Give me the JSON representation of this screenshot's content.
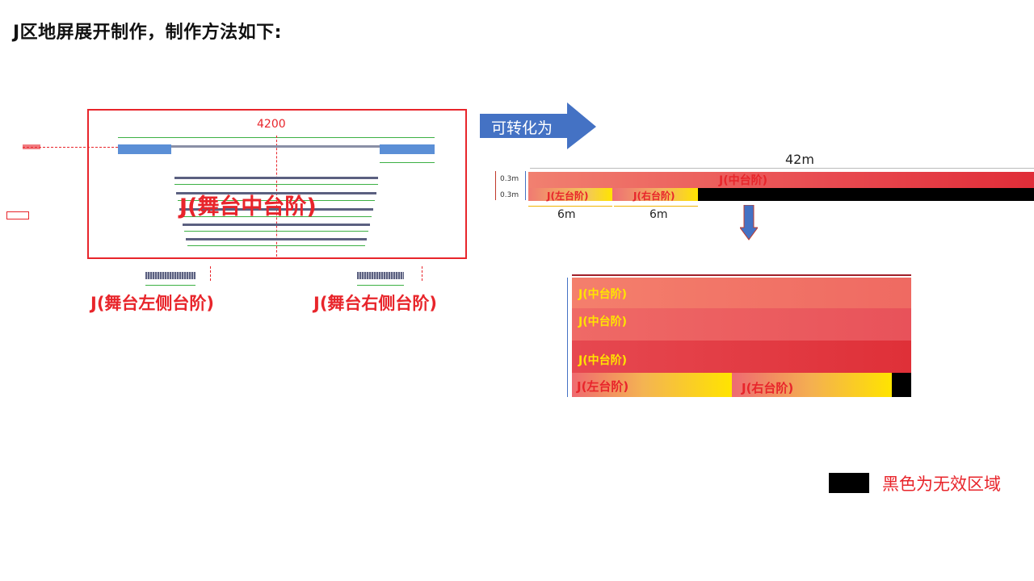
{
  "title": "J区地屏展开制作，制作方法如下:",
  "left_diagram": {
    "dimension": "4200",
    "center_label": "J(舞台中台阶)",
    "left_label": "J(舞台左侧台阶)",
    "right_label": "J(舞台右侧台阶)"
  },
  "arrow_label": "可转化为",
  "strip": {
    "length": "42m",
    "row_height_top": "0.3m",
    "row_height_bottom": "0.3m",
    "middle_label": "J(中台阶)",
    "left_label": "J(左台阶)",
    "right_label": "J(右台阶)",
    "width_left": "6m",
    "width_right": "6m"
  },
  "stacked": {
    "rows": [
      "J(中台阶)",
      "J(中台阶)",
      "J(中台阶)"
    ],
    "left_label": "J(左台阶)",
    "right_label": "J(右台阶)"
  },
  "legend": {
    "text": "黑色为无效区域",
    "swatch_color": "#000000"
  },
  "colors": {
    "accent_red": "#e8252b",
    "arrow_blue": "#4472c4",
    "highlight_yellow": "#ffe400",
    "dim_green": "#3cb043"
  }
}
